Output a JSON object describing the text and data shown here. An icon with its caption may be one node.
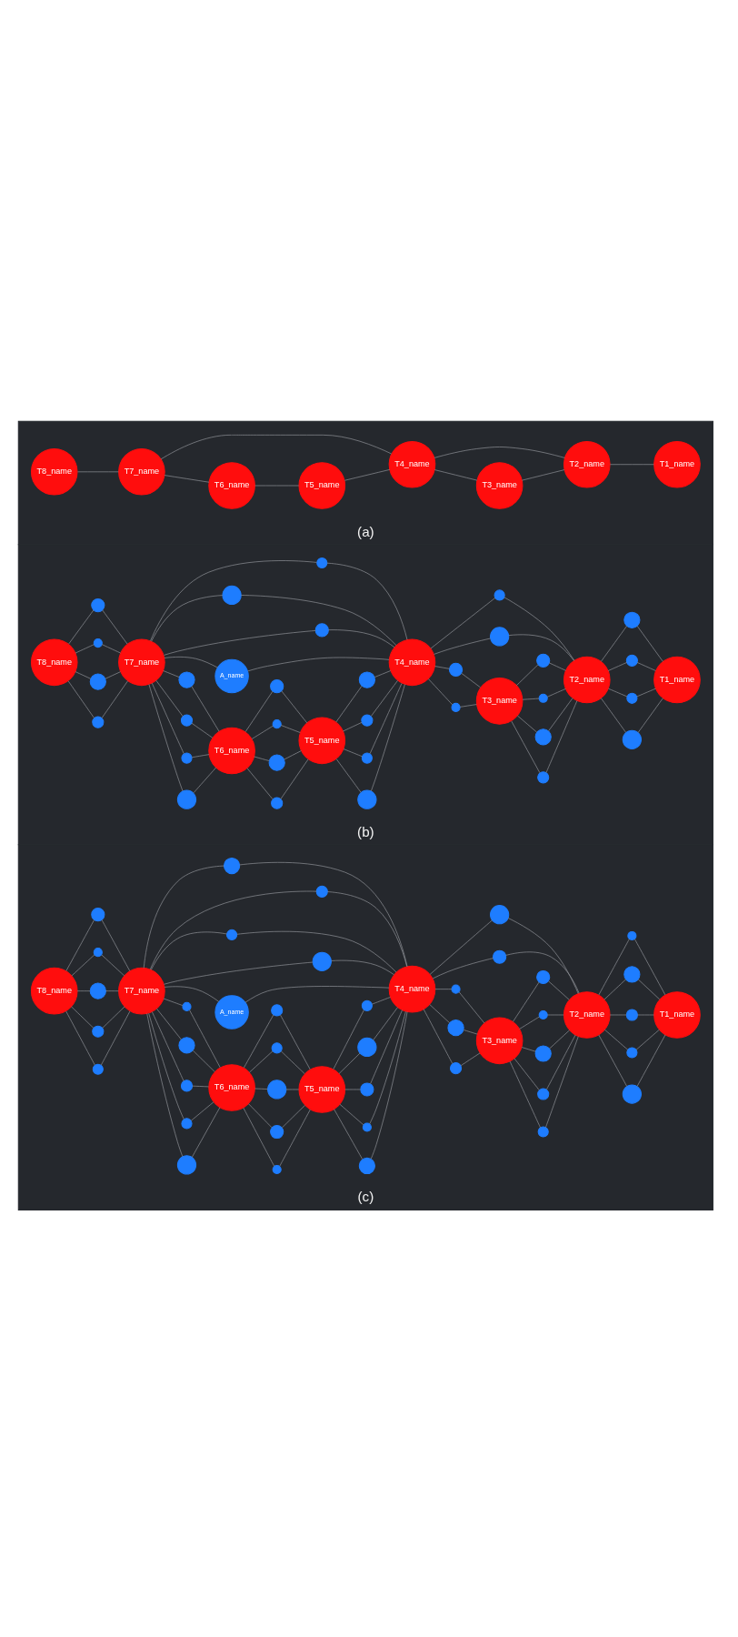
{
  "diagram": {
    "nodes": [
      {
        "text": [
          "(a)"
        ]
      },
      {
        "text": [
          "T8_name"
        ],
        "in": 0
      },
      {
        "text": [
          "T7_name"
        ],
        "in": 0
      },
      {
        "text": [
          "T6_name"
        ],
        "in": 0
      },
      {
        "text": [
          "T5_name"
        ],
        "in": 0
      },
      {
        "text": [
          "T4_name"
        ],
        "in": 0
      },
      {
        "text": [
          "T3_name"
        ],
        "in": 0
      },
      {
        "text": [
          "T2_name"
        ],
        "in": 0
      },
      {
        "text": [
          "T1_name"
        ],
        "in": 0
      },
      {
        "text": [
          "(b)"
        ]
      },
      {
        "text": [
          "T8_name"
        ],
        "in": 9
      },
      {
        "text": [
          "T7_name"
        ],
        "in": 9
      },
      {
        "text": [
          "T6_name"
        ],
        "in": 9
      },
      {
        "text": [
          "T5_name"
        ],
        "in": 9
      },
      {
        "text": [
          "T4_name"
        ],
        "in": 9
      },
      {
        "text": [
          "T3_name"
        ],
        "in": 9
      },
      {
        "text": [
          "T2_name"
        ],
        "in": 9
      },
      {
        "text": [
          "T1_name"
        ],
        "in": 9
      },
      {
        "text": [],
        "shape": "circle",
        "in": 9
      },
      {
        "text": [],
        "shape": "circle",
        "in": 9
      },
      {
        "text": [],
        "shape": "circle",
        "in": 9
      },
      {
        "text": [],
        "shape": "circle",
        "in": 9
      },
      {
        "text": [],
        "shape": "circle",
        "in": 9
      },
      {
        "text": [],
        "shape": "circle",
        "in": 9
      },
      {
        "text": [],
        "shape": "circle",
        "in": 9
      },
      {
        "text": [],
        "shape": "circle",
        "in": 9
      },
      {
        "text": [
          "A_name"
        ],
        "in": 9
      },
      {
        "text": [],
        "shape": "circle",
        "in": 9
      },
      {
        "text": [],
        "shape": "circle",
        "in": 9
      },
      {
        "text": [],
        "shape": "circle",
        "in": 9
      },
      {
        "text": [],
        "shape": "circle",
        "in": 9
      },
      {
        "text": [],
        "shape": "circle",
        "in": 9
      },
      {
        "text": [],
        "shape": "circle",
        "in": 9
      },
      {
        "text": [],
        "shape": "circle",
        "in": 9
      },
      {
        "text": [],
        "shape": "circle",
        "in": 9
      },
      {
        "text": [],
        "shape": "circle",
        "in": 9
      },
      {
        "text": [],
        "shape": "circle",
        "in": 9
      },
      {
        "text": [],
        "shape": "circle",
        "in": 9
      },
      {
        "text": [],
        "shape": "circle",
        "in": 9
      },
      {
        "text": [],
        "shape": "circle",
        "in": 9
      },
      {
        "text": [],
        "shape": "circle",
        "in": 9
      },
      {
        "text": [],
        "shape": "circle",
        "in": 9
      },
      {
        "text": [],
        "shape": "circle",
        "in": 9
      },
      {
        "text": [],
        "shape": "circle",
        "in": 9
      },
      {
        "text": [],
        "shape": "circle",
        "in": 9
      },
      {
        "text": [],
        "shape": "circle",
        "in": 9
      },
      {
        "text": [],
        "shape": "circle",
        "in": 9
      },
      {
        "text": [],
        "shape": "circle",
        "in": 9
      },
      {
        "text": [],
        "shape": "circle",
        "in": 9
      },
      {
        "text": [],
        "shape": "circle",
        "in": 9
      },
      {
        "text": [
          "(c)"
        ]
      },
      {
        "text": [
          "T8_name"
        ],
        "in": 50
      },
      {
        "text": [
          "T7_name"
        ],
        "in": 50
      },
      {
        "text": [
          "T6_name"
        ],
        "in": 50
      },
      {
        "text": [
          "T5_name"
        ],
        "in": 50
      },
      {
        "text": [
          "T4_name"
        ],
        "in": 50
      },
      {
        "text": [
          "T3_name"
        ],
        "in": 50
      },
      {
        "text": [
          "T2_name"
        ],
        "in": 50
      },
      {
        "text": [
          "T1_name"
        ],
        "in": 50
      },
      {
        "text": [],
        "shape": "circle",
        "in": 50
      },
      {
        "text": [],
        "shape": "circle",
        "in": 50
      },
      {
        "text": [],
        "shape": "circle",
        "in": 50
      },
      {
        "text": [],
        "shape": "circle",
        "in": 50
      },
      {
        "text": [],
        "shape": "circle",
        "in": 50
      },
      {
        "text": [],
        "shape": "circle",
        "in": 50
      },
      {
        "text": [],
        "shape": "circle",
        "in": 50
      },
      {
        "text": [],
        "shape": "circle",
        "in": 50
      },
      {
        "text": [],
        "shape": "circle",
        "in": 50
      },
      {
        "text": [],
        "shape": "circle",
        "in": 50
      },
      {
        "text": [
          "A_name"
        ],
        "in": 50
      },
      {
        "text": [],
        "shape": "circle",
        "in": 50
      },
      {
        "text": [],
        "shape": "circle",
        "in": 50
      },
      {
        "text": [],
        "shape": "circle",
        "in": 50
      },
      {
        "text": [],
        "shape": "circle",
        "in": 50
      },
      {
        "text": [],
        "shape": "circle",
        "in": 50
      },
      {
        "text": [],
        "shape": "circle",
        "in": 50
      },
      {
        "text": [],
        "shape": "circle",
        "in": 50
      },
      {
        "text": [],
        "shape": "circle",
        "in": 50
      },
      {
        "text": [],
        "shape": "circle",
        "in": 50
      },
      {
        "text": [],
        "shape": "circle",
        "in": 50
      },
      {
        "text": [],
        "shape": "circle",
        "in": 50
      },
      {
        "text": [],
        "shape": "circle",
        "in": 50
      },
      {
        "text": [],
        "shape": "circle",
        "in": 50
      },
      {
        "text": [],
        "shape": "circle",
        "in": 50
      },
      {
        "text": [],
        "shape": "circle",
        "in": 50
      },
      {
        "text": [],
        "shape": "circle",
        "in": 50
      },
      {
        "text": [],
        "shape": "circle",
        "in": 50
      },
      {
        "text": [],
        "shape": "circle",
        "in": 50
      },
      {
        "text": [],
        "shape": "circle",
        "in": 50
      },
      {
        "text": [],
        "shape": "circle",
        "in": 50
      },
      {
        "text": [],
        "shape": "circle",
        "in": 50
      },
      {
        "text": [],
        "shape": "circle",
        "in": 50
      },
      {
        "text": [],
        "shape": "circle",
        "in": 50
      },
      {
        "text": [],
        "shape": "circle",
        "in": 50
      },
      {
        "text": [],
        "shape": "circle",
        "in": 50
      },
      {
        "text": [],
        "shape": "circle",
        "in": 50
      },
      {
        "text": [],
        "shape": "circle",
        "in": 50
      },
      {
        "text": [],
        "shape": "circle",
        "in": 50
      },
      {
        "text": [],
        "shape": "circle",
        "in": 50
      }
    ],
    "edges": [
      {
        "from": 1,
        "to": 2,
        "arrow": "none"
      },
      {
        "from": 2,
        "to": 3,
        "arrow": "none"
      },
      {
        "from": 2,
        "to": 5,
        "arrow": "none"
      },
      {
        "from": 3,
        "to": 4,
        "arrow": "none"
      },
      {
        "from": 4,
        "to": 5,
        "arrow": "none"
      },
      {
        "from": 5,
        "to": 6,
        "arrow": "none"
      },
      {
        "from": 5,
        "to": 7,
        "arrow": "none"
      },
      {
        "from": 6,
        "to": 7,
        "arrow": "none"
      },
      {
        "from": 7,
        "to": 8,
        "arrow": "none"
      },
      {
        "from": 10,
        "to": 18,
        "arrow": "none"
      },
      {
        "from": 18,
        "to": 11,
        "arrow": "none"
      },
      {
        "from": 10,
        "to": 19,
        "arrow": "none"
      },
      {
        "from": 19,
        "to": 11,
        "arrow": "none"
      },
      {
        "from": 10,
        "to": 20,
        "arrow": "none"
      },
      {
        "from": 20,
        "to": 11,
        "arrow": "none"
      },
      {
        "from": 10,
        "to": 21,
        "arrow": "none"
      },
      {
        "from": 21,
        "to": 11,
        "arrow": "none"
      },
      {
        "from": 11,
        "to": 22,
        "arrow": "none"
      },
      {
        "from": 22,
        "to": 12,
        "arrow": "none"
      },
      {
        "from": 11,
        "to": 23,
        "arrow": "none"
      },
      {
        "from": 23,
        "to": 12,
        "arrow": "none"
      },
      {
        "from": 11,
        "to": 24,
        "arrow": "none"
      },
      {
        "from": 24,
        "to": 12,
        "arrow": "none"
      },
      {
        "from": 11,
        "to": 25,
        "arrow": "none"
      },
      {
        "from": 25,
        "to": 12,
        "arrow": "none"
      },
      {
        "from": 11,
        "to": 26,
        "arrow": "none"
      },
      {
        "from": 26,
        "to": 14,
        "arrow": "none"
      },
      {
        "from": 11,
        "to": 27,
        "arrow": "none"
      },
      {
        "from": 27,
        "to": 14,
        "arrow": "none"
      },
      {
        "from": 11,
        "to": 28,
        "arrow": "none"
      },
      {
        "from": 28,
        "to": 14,
        "arrow": "none"
      },
      {
        "from": 11,
        "to": 29,
        "arrow": "none"
      },
      {
        "from": 29,
        "to": 14,
        "arrow": "none"
      },
      {
        "from": 12,
        "to": 30,
        "arrow": "none"
      },
      {
        "from": 30,
        "to": 13,
        "arrow": "none"
      },
      {
        "from": 12,
        "to": 31,
        "arrow": "none"
      },
      {
        "from": 31,
        "to": 13,
        "arrow": "none"
      },
      {
        "from": 12,
        "to": 32,
        "arrow": "none"
      },
      {
        "from": 32,
        "to": 13,
        "arrow": "none"
      },
      {
        "from": 12,
        "to": 33,
        "arrow": "none"
      },
      {
        "from": 33,
        "to": 13,
        "arrow": "none"
      },
      {
        "from": 13,
        "to": 34,
        "arrow": "none"
      },
      {
        "from": 34,
        "to": 14,
        "arrow": "none"
      },
      {
        "from": 13,
        "to": 35,
        "arrow": "none"
      },
      {
        "from": 35,
        "to": 14,
        "arrow": "none"
      },
      {
        "from": 13,
        "to": 36,
        "arrow": "none"
      },
      {
        "from": 36,
        "to": 14,
        "arrow": "none"
      },
      {
        "from": 13,
        "to": 37,
        "arrow": "none"
      },
      {
        "from": 37,
        "to": 14,
        "arrow": "none"
      },
      {
        "from": 14,
        "to": 38,
        "arrow": "none"
      },
      {
        "from": 38,
        "to": 15,
        "arrow": "none"
      },
      {
        "from": 14,
        "to": 39,
        "arrow": "none"
      },
      {
        "from": 39,
        "to": 15,
        "arrow": "none"
      },
      {
        "from": 14,
        "to": 40,
        "arrow": "none"
      },
      {
        "from": 40,
        "to": 16,
        "arrow": "none"
      },
      {
        "from": 14,
        "to": 41,
        "arrow": "none"
      },
      {
        "from": 41,
        "to": 16,
        "arrow": "none"
      },
      {
        "from": 15,
        "to": 42,
        "arrow": "none"
      },
      {
        "from": 42,
        "to": 16,
        "arrow": "none"
      },
      {
        "from": 15,
        "to": 43,
        "arrow": "none"
      },
      {
        "from": 43,
        "to": 16,
        "arrow": "none"
      },
      {
        "from": 15,
        "to": 44,
        "arrow": "none"
      },
      {
        "from": 44,
        "to": 16,
        "arrow": "none"
      },
      {
        "from": 15,
        "to": 45,
        "arrow": "none"
      },
      {
        "from": 45,
        "to": 16,
        "arrow": "none"
      },
      {
        "from": 16,
        "to": 46,
        "arrow": "none"
      },
      {
        "from": 46,
        "to": 17,
        "arrow": "none"
      },
      {
        "from": 16,
        "to": 47,
        "arrow": "none"
      },
      {
        "from": 47,
        "to": 17,
        "arrow": "none"
      },
      {
        "from": 16,
        "to": 48,
        "arrow": "none"
      },
      {
        "from": 48,
        "to": 17,
        "arrow": "none"
      },
      {
        "from": 16,
        "to": 49,
        "arrow": "none"
      },
      {
        "from": 49,
        "to": 17,
        "arrow": "none"
      },
      {
        "from": 51,
        "to": 59,
        "arrow": "none"
      },
      {
        "from": 59,
        "to": 52,
        "arrow": "none"
      },
      {
        "from": 51,
        "to": 60,
        "arrow": "none"
      },
      {
        "from": 60,
        "to": 52,
        "arrow": "none"
      },
      {
        "from": 51,
        "to": 61,
        "arrow": "none"
      },
      {
        "from": 61,
        "to": 52,
        "arrow": "none"
      },
      {
        "from": 51,
        "to": 62,
        "arrow": "none"
      },
      {
        "from": 62,
        "to": 52,
        "arrow": "none"
      },
      {
        "from": 51,
        "to": 63,
        "arrow": "none"
      },
      {
        "from": 63,
        "to": 52,
        "arrow": "none"
      },
      {
        "from": 52,
        "to": 64,
        "arrow": "none"
      },
      {
        "from": 64,
        "to": 53,
        "arrow": "none"
      },
      {
        "from": 52,
        "to": 65,
        "arrow": "none"
      },
      {
        "from": 65,
        "to": 53,
        "arrow": "none"
      },
      {
        "from": 52,
        "to": 66,
        "arrow": "none"
      },
      {
        "from": 66,
        "to": 53,
        "arrow": "none"
      },
      {
        "from": 52,
        "to": 67,
        "arrow": "none"
      },
      {
        "from": 67,
        "to": 53,
        "arrow": "none"
      },
      {
        "from": 52,
        "to": 68,
        "arrow": "none"
      },
      {
        "from": 68,
        "to": 53,
        "arrow": "none"
      },
      {
        "from": 52,
        "to": 69,
        "arrow": "none"
      },
      {
        "from": 69,
        "to": 55,
        "arrow": "none"
      },
      {
        "from": 52,
        "to": 70,
        "arrow": "none"
      },
      {
        "from": 70,
        "to": 55,
        "arrow": "none"
      },
      {
        "from": 52,
        "to": 71,
        "arrow": "none"
      },
      {
        "from": 71,
        "to": 55,
        "arrow": "none"
      },
      {
        "from": 52,
        "to": 72,
        "arrow": "none"
      },
      {
        "from": 72,
        "to": 55,
        "arrow": "none"
      },
      {
        "from": 52,
        "to": 73,
        "arrow": "none"
      },
      {
        "from": 73,
        "to": 55,
        "arrow": "none"
      },
      {
        "from": 53,
        "to": 74,
        "arrow": "none"
      },
      {
        "from": 74,
        "to": 54,
        "arrow": "none"
      },
      {
        "from": 53,
        "to": 75,
        "arrow": "none"
      },
      {
        "from": 75,
        "to": 54,
        "arrow": "none"
      },
      {
        "from": 53,
        "to": 76,
        "arrow": "none"
      },
      {
        "from": 76,
        "to": 54,
        "arrow": "none"
      },
      {
        "from": 53,
        "to": 77,
        "arrow": "none"
      },
      {
        "from": 77,
        "to": 54,
        "arrow": "none"
      },
      {
        "from": 53,
        "to": 78,
        "arrow": "none"
      },
      {
        "from": 78,
        "to": 54,
        "arrow": "none"
      },
      {
        "from": 54,
        "to": 79,
        "arrow": "none"
      },
      {
        "from": 79,
        "to": 55,
        "arrow": "none"
      },
      {
        "from": 54,
        "to": 80,
        "arrow": "none"
      },
      {
        "from": 80,
        "to": 55,
        "arrow": "none"
      },
      {
        "from": 54,
        "to": 81,
        "arrow": "none"
      },
      {
        "from": 81,
        "to": 55,
        "arrow": "none"
      },
      {
        "from": 54,
        "to": 82,
        "arrow": "none"
      },
      {
        "from": 82,
        "to": 55,
        "arrow": "none"
      },
      {
        "from": 54,
        "to": 83,
        "arrow": "none"
      },
      {
        "from": 83,
        "to": 55,
        "arrow": "none"
      },
      {
        "from": 55,
        "to": 84,
        "arrow": "none"
      },
      {
        "from": 84,
        "to": 56,
        "arrow": "none"
      },
      {
        "from": 55,
        "to": 85,
        "arrow": "none"
      },
      {
        "from": 85,
        "to": 56,
        "arrow": "none"
      },
      {
        "from": 55,
        "to": 86,
        "arrow": "none"
      },
      {
        "from": 86,
        "to": 56,
        "arrow": "none"
      },
      {
        "from": 55,
        "to": 87,
        "arrow": "none"
      },
      {
        "from": 87,
        "to": 57,
        "arrow": "none"
      },
      {
        "from": 55,
        "to": 88,
        "arrow": "none"
      },
      {
        "from": 88,
        "to": 57,
        "arrow": "none"
      },
      {
        "from": 56,
        "to": 89,
        "arrow": "none"
      },
      {
        "from": 89,
        "to": 57,
        "arrow": "none"
      },
      {
        "from": 56,
        "to": 90,
        "arrow": "none"
      },
      {
        "from": 90,
        "to": 57,
        "arrow": "none"
      },
      {
        "from": 56,
        "to": 91,
        "arrow": "none"
      },
      {
        "from": 91,
        "to": 57,
        "arrow": "none"
      },
      {
        "from": 56,
        "to": 92,
        "arrow": "none"
      },
      {
        "from": 92,
        "to": 57,
        "arrow": "none"
      },
      {
        "from": 56,
        "to": 93,
        "arrow": "none"
      },
      {
        "from": 93,
        "to": 57,
        "arrow": "none"
      },
      {
        "from": 57,
        "to": 94,
        "arrow": "none"
      },
      {
        "from": 94,
        "to": 58,
        "arrow": "none"
      },
      {
        "from": 57,
        "to": 95,
        "arrow": "none"
      },
      {
        "from": 95,
        "to": 58,
        "arrow": "none"
      },
      {
        "from": 57,
        "to": 96,
        "arrow": "none"
      },
      {
        "from": 96,
        "to": 58,
        "arrow": "none"
      },
      {
        "from": 57,
        "to": 97,
        "arrow": "none"
      },
      {
        "from": 97,
        "to": 58,
        "arrow": "none"
      },
      {
        "from": 57,
        "to": 98,
        "arrow": "none"
      },
      {
        "from": 98,
        "to": 58,
        "arrow": "none"
      }
    ]
  }
}
